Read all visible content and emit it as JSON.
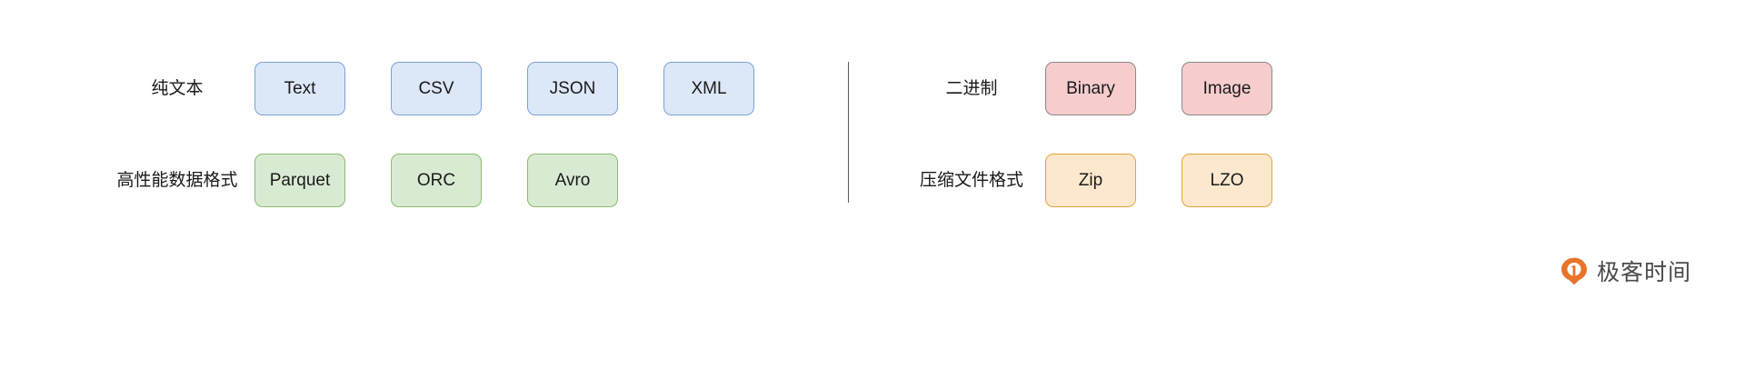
{
  "diagram": {
    "divider": {
      "name": "vertical-divider"
    },
    "groups": [
      {
        "id": "plain-text",
        "label": "纯文本",
        "color": "blue",
        "fill": "#dce8f8",
        "border": "#7ba3d4",
        "side": "left",
        "row": "top",
        "nodes": [
          "Text",
          "CSV",
          "JSON",
          "XML"
        ]
      },
      {
        "id": "high-performance-data-format",
        "label": "高性能数据格式",
        "color": "green",
        "fill": "#d9ead3",
        "border": "#8cbc6d",
        "side": "left",
        "row": "bottom",
        "nodes": [
          "Parquet",
          "ORC",
          "Avro"
        ]
      },
      {
        "id": "binary",
        "label": "二进制",
        "color": "pink",
        "fill": "#f6cccd",
        "border": "#8a8a8a",
        "side": "right",
        "row": "top",
        "nodes": [
          "Binary",
          "Image"
        ]
      },
      {
        "id": "compressed-file-format",
        "label": "压缩文件格式",
        "color": "orange",
        "fill": "#fde8cd",
        "border": "#e0a63a",
        "side": "right",
        "row": "bottom",
        "nodes": [
          "Zip",
          "LZO"
        ]
      }
    ]
  },
  "watermark": {
    "text": "极客时间",
    "logo_icon": "geektime-logo-icon",
    "logo_color": "#e8732a"
  }
}
